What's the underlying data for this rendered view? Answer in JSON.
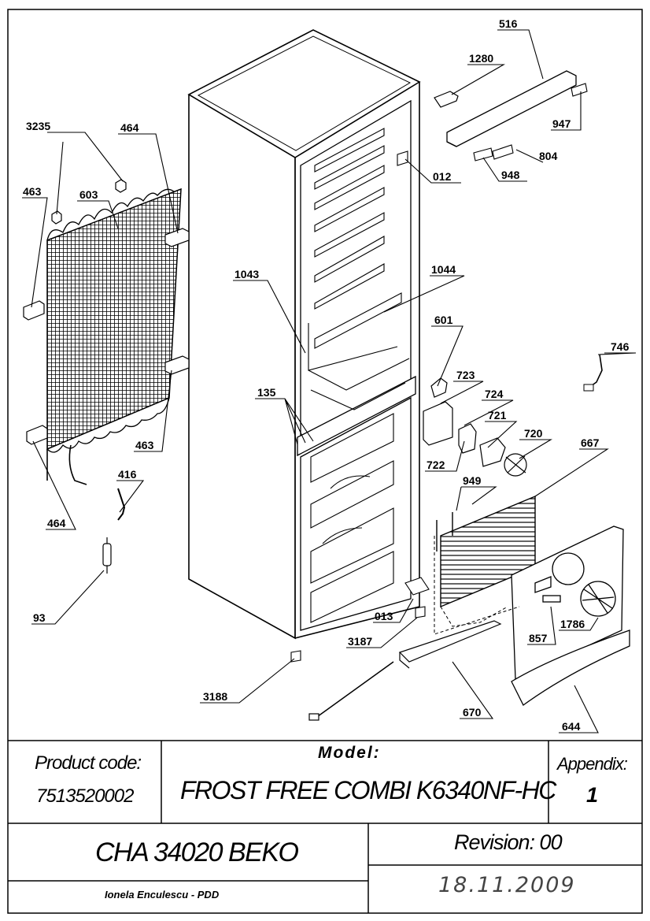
{
  "callouts": [
    {
      "id": "c-516",
      "label": "516"
    },
    {
      "id": "c-1280",
      "label": "1280"
    },
    {
      "id": "c-947",
      "label": "947"
    },
    {
      "id": "c-804",
      "label": "804"
    },
    {
      "id": "c-948",
      "label": "948"
    },
    {
      "id": "c-012",
      "label": "012"
    },
    {
      "id": "c-3235",
      "label": "3235"
    },
    {
      "id": "c-464a",
      "label": "464"
    },
    {
      "id": "c-463a",
      "label": "463"
    },
    {
      "id": "c-603",
      "label": "603"
    },
    {
      "id": "c-1043",
      "label": "1043"
    },
    {
      "id": "c-1044",
      "label": "1044"
    },
    {
      "id": "c-601",
      "label": "601"
    },
    {
      "id": "c-746",
      "label": "746"
    },
    {
      "id": "c-723",
      "label": "723"
    },
    {
      "id": "c-724",
      "label": "724"
    },
    {
      "id": "c-721",
      "label": "721"
    },
    {
      "id": "c-720",
      "label": "720"
    },
    {
      "id": "c-667",
      "label": "667"
    },
    {
      "id": "c-722",
      "label": "722"
    },
    {
      "id": "c-135",
      "label": "135"
    },
    {
      "id": "c-463b",
      "label": "463"
    },
    {
      "id": "c-464b",
      "label": "464"
    },
    {
      "id": "c-416",
      "label": "416"
    },
    {
      "id": "c-949",
      "label": "949"
    },
    {
      "id": "c-93",
      "label": "93"
    },
    {
      "id": "c-013",
      "label": "013"
    },
    {
      "id": "c-3187",
      "label": "3187"
    },
    {
      "id": "c-857",
      "label": "857"
    },
    {
      "id": "c-1786",
      "label": "1786"
    },
    {
      "id": "c-3188",
      "label": "3188"
    },
    {
      "id": "c-670",
      "label": "670"
    },
    {
      "id": "c-644",
      "label": "644"
    }
  ],
  "title_block": {
    "product_code_label": "Product code:",
    "product_code": "7513520002",
    "model_label": "Model:",
    "model": "FROST FREE COMBI K6340NF-HC",
    "appendix_label": "Appendix:",
    "appendix": "1",
    "chassis": "CHA 34020 BEKO",
    "revision": "Revision: 00",
    "author": "Ionela Enculescu - PDD",
    "date": "18.11.2009"
  }
}
